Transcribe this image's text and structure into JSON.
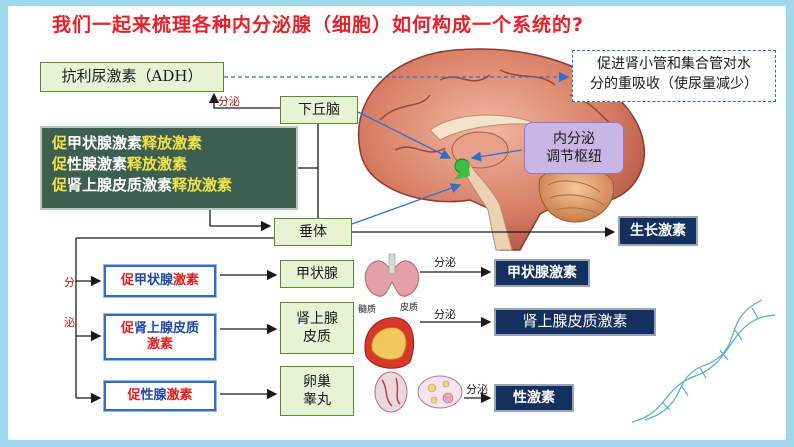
{
  "title": "我们一起来梳理各种内分泌腺（细胞）如何构成一个系统的?",
  "adh": "抗利尿激素（ADH）",
  "adh_effect": {
    "line1": "促进肾小管和集合管对水",
    "line2": "分的重吸收（使尿量减少）"
  },
  "secrete": "分泌",
  "secrete_vertical": [
    "分",
    "泌"
  ],
  "hypothalamus": "下丘脑",
  "endocrine_center": {
    "line1": "内分泌",
    "line2": "调节枢纽"
  },
  "releasing_hormones": [
    {
      "prefix": "促",
      "name": "甲状腺激素",
      "suffix": "释放激素"
    },
    {
      "prefix": "促",
      "name": "性腺激素",
      "suffix": "释放激素"
    },
    {
      "prefix": "促",
      "name": "肾上腺皮质激素",
      "suffix": "释放激素"
    }
  ],
  "pituitary": "垂体",
  "growth_hormone": "生长激素",
  "tropic_hormones": {
    "tsh": {
      "prefix": "促",
      "name": "甲状腺",
      "suffix": "激素"
    },
    "acth": {
      "prefix": "促",
      "name": "肾上腺皮质",
      "suffix": "激素"
    },
    "gth": {
      "prefix": "促",
      "name": "性腺",
      "suffix": "激素"
    }
  },
  "glands": {
    "thyroid": "甲状腺",
    "adrenal": {
      "line1": "肾上腺",
      "line2": "皮质"
    },
    "gonad": {
      "line1": "卵巢",
      "line2": "睾丸"
    }
  },
  "gland_hormones": {
    "thyroid_hormone": "甲状腺激素",
    "cortical_hormone": "肾上腺皮质激素",
    "sex_hormone": "性激素"
  },
  "adrenal_labels": {
    "medulla": "髓质",
    "cortex": "皮质"
  },
  "colors": {
    "red": "#e8202a",
    "navy": "#14305e",
    "green_box": "#e8f3d6",
    "dark_green": "#3d5f4f",
    "yellow": "#f4e24a",
    "blue": "#2f6fc8",
    "purple": "#c8b6e4"
  }
}
